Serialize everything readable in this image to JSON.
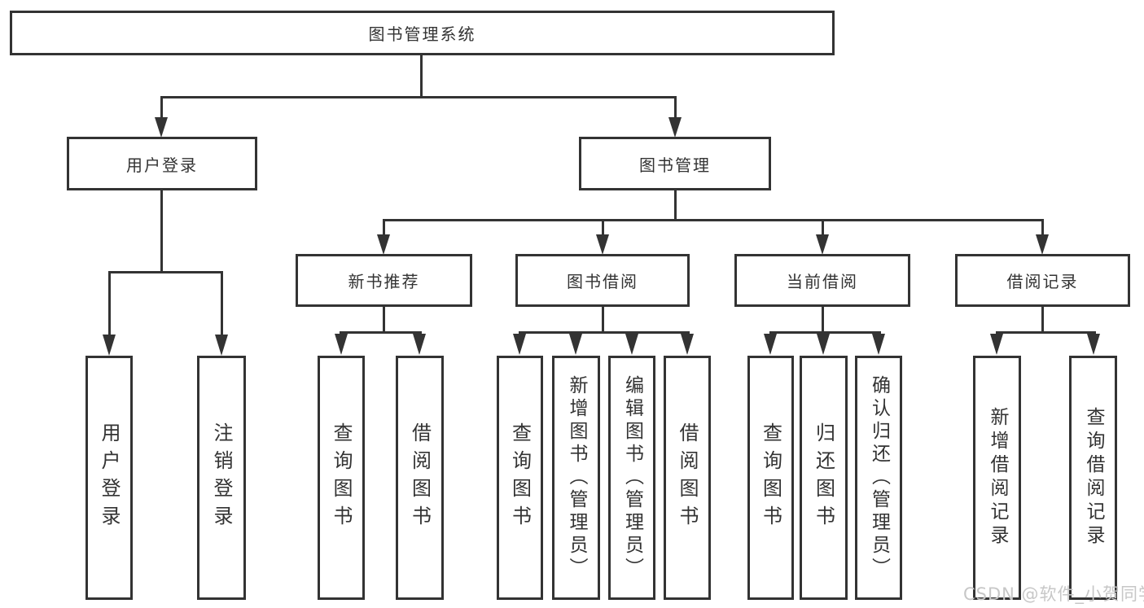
{
  "diagram": {
    "root": {
      "label": "图书管理系统"
    },
    "level2": [
      {
        "label": "用户登录"
      },
      {
        "label": "图书管理"
      }
    ],
    "level3": [
      {
        "label": "新书推荐"
      },
      {
        "label": "图书借阅"
      },
      {
        "label": "当前借阅"
      },
      {
        "label": "借阅记录"
      }
    ],
    "leaf_groups": [
      {
        "items": [
          {
            "label": "用户登录"
          },
          {
            "label": "注销登录"
          }
        ]
      },
      {
        "items": [
          {
            "label": "查询图书"
          },
          {
            "label": "借阅图书"
          }
        ]
      },
      {
        "items": [
          {
            "label": "查询图书"
          },
          {
            "label": "新增图书（管理员）"
          },
          {
            "label": "编辑图书（管理员）"
          },
          {
            "label": "借阅图书"
          }
        ]
      },
      {
        "items": [
          {
            "label": "查询图书"
          },
          {
            "label": "归还图书"
          },
          {
            "label": "确认归还（管理员）"
          }
        ]
      },
      {
        "items": [
          {
            "label": "新增借阅记录"
          },
          {
            "label": "查询借阅记录"
          }
        ]
      }
    ]
  },
  "watermark": {
    "text": "CSDN @软件_小贺同学",
    "color": "#c7c7c7"
  },
  "colors": {
    "line": "#333333",
    "border": "#333333",
    "text": "#333333",
    "background": "#ffffff"
  }
}
